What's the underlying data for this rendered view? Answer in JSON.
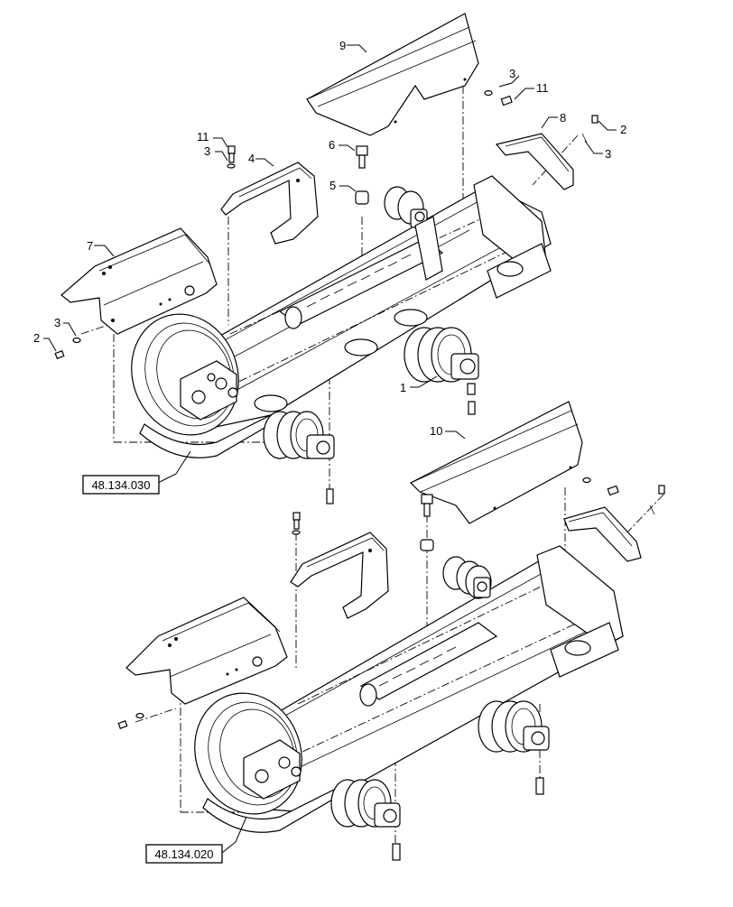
{
  "callouts": {
    "c1": "1",
    "c2a": "2",
    "c2b": "2",
    "c3a": "3",
    "c3b": "3",
    "c3c": "3",
    "c3d": "3",
    "c4": "4",
    "c5": "5",
    "c6": "6",
    "c7": "7",
    "c8": "8",
    "c9": "9",
    "c10": "10",
    "c11a": "11",
    "c11b": "11"
  },
  "references": {
    "upper": "48.134.030",
    "lower": "48.134.020"
  },
  "colors": {
    "line": "#000000",
    "background": "#ffffff"
  }
}
